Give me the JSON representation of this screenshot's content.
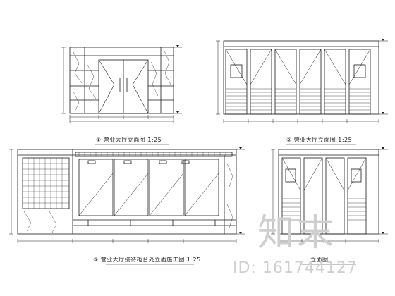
{
  "drawings": {
    "d1": {
      "number": "①",
      "caption": "营业大厅立面图",
      "scale": "1:25"
    },
    "d2": {
      "number": "②",
      "caption": "营业大厅立面图",
      "scale": "1:25"
    },
    "d3": {
      "number": "③",
      "caption": "营业大厅接待柜台处立面施工图",
      "scale": "1:25"
    },
    "d4": {
      "number": "",
      "caption": "立面图",
      "scale": ""
    }
  },
  "watermark": {
    "brand": "知末",
    "id_text": "ID: 161744127"
  }
}
